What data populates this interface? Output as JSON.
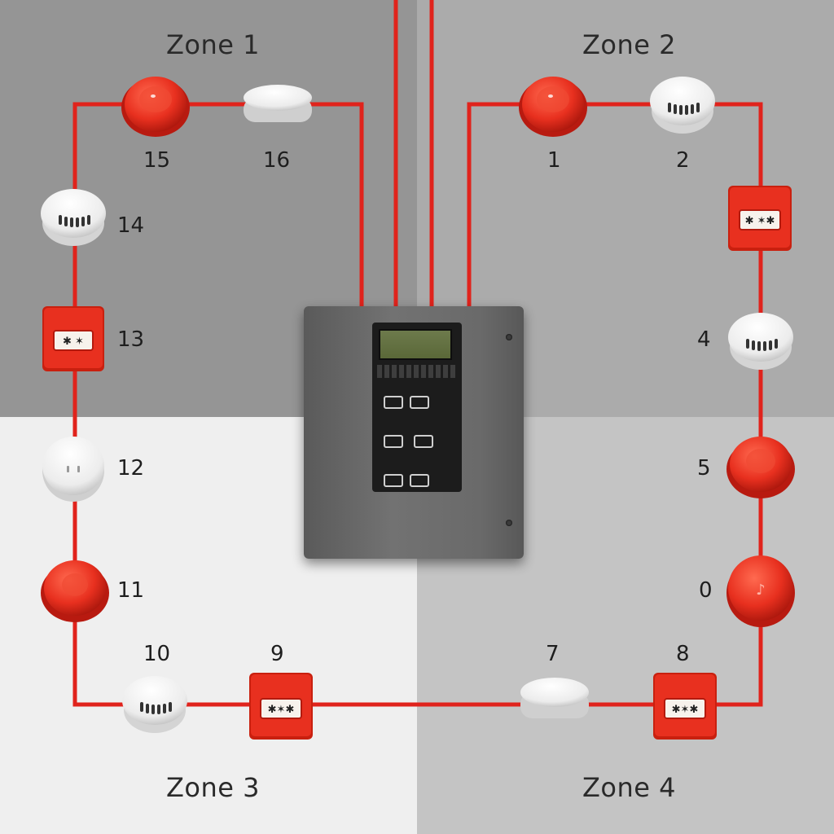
{
  "zones": [
    {
      "label": "Zone 1"
    },
    {
      "label": "Zone 2"
    },
    {
      "label": "Zone 3"
    },
    {
      "label": "Zone 4"
    }
  ],
  "devices": [
    {
      "number": "15",
      "kind": "sounder"
    },
    {
      "number": "16",
      "kind": "detector-plain"
    },
    {
      "number": "14",
      "kind": "smoke-detector"
    },
    {
      "number": "13",
      "kind": "call-point"
    },
    {
      "number": "12",
      "kind": "detector-plain"
    },
    {
      "number": "11",
      "kind": "sounder"
    },
    {
      "number": "10",
      "kind": "smoke-detector"
    },
    {
      "number": "9",
      "kind": "call-point"
    },
    {
      "number": "1",
      "kind": "sounder"
    },
    {
      "number": "2",
      "kind": "smoke-detector"
    },
    {
      "number": "4",
      "kind": "smoke-detector"
    },
    {
      "number": "5",
      "kind": "sounder"
    },
    {
      "number": "0",
      "kind": "sounder"
    },
    {
      "number": "7",
      "kind": "detector-plain"
    },
    {
      "number": "8",
      "kind": "call-point"
    }
  ],
  "colors": {
    "wire": "#e0231c",
    "device_red": "#e8301f",
    "device_white": "#f2f2f2",
    "panel_grey": "#6a6a6a",
    "lcd": "#6d7a4c"
  },
  "panel": {
    "name_icon": "fire-alarm-control-panel"
  }
}
